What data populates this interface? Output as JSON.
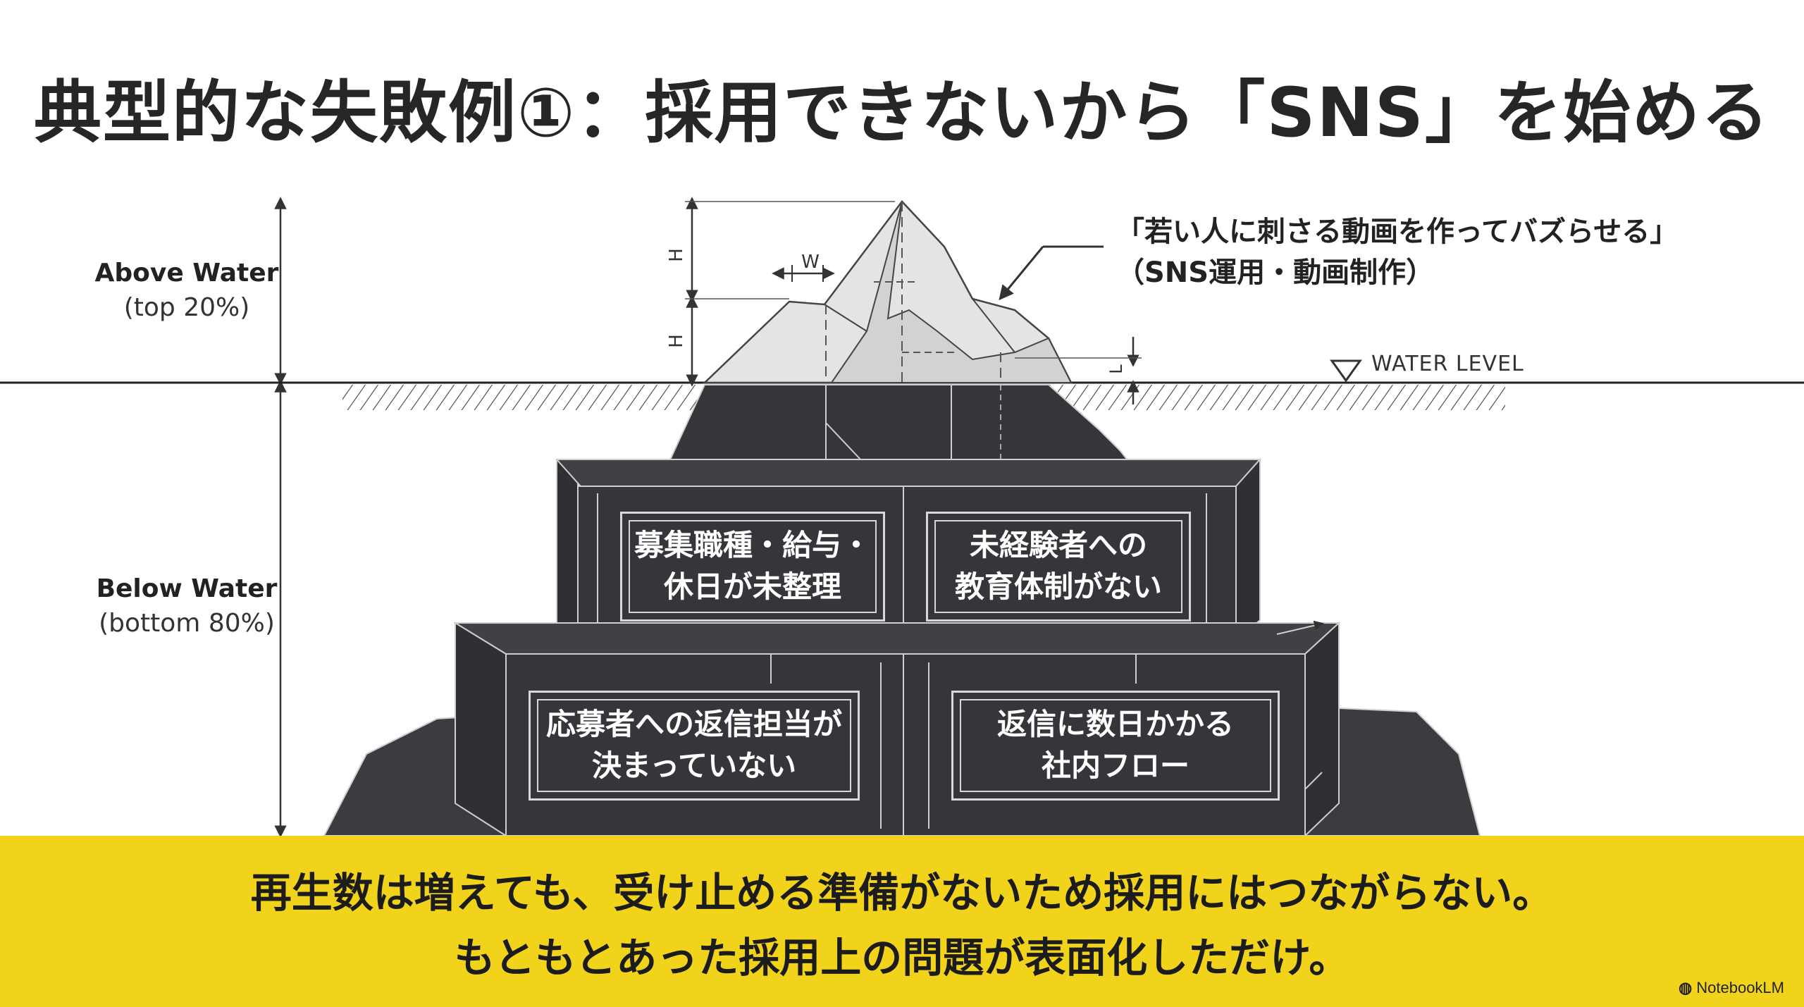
{
  "title": "典型的な失敗例①：採用できないから「SNS」を始める",
  "above_water": {
    "label": "Above Water",
    "sub": "(top 20%)"
  },
  "below_water": {
    "label": "Below Water",
    "sub": "(bottom 80%)"
  },
  "callout": {
    "line1": "「若い人に刺さる動画を作ってバズらせる」",
    "line2": "（SNS運用・動画制作）"
  },
  "water_level": "WATER LEVEL",
  "dimensions": {
    "h1": "H",
    "h2": "H",
    "w": "W",
    "l": "L"
  },
  "blocks": {
    "top_left": {
      "line1": "募集職種・給与・",
      "line2": "休日が未整理"
    },
    "top_right": {
      "line1": "未経験者への",
      "line2": "教育体制がない"
    },
    "bottom_left": {
      "line1": "応募者への返信担当が",
      "line2": "決まっていない"
    },
    "bottom_right": {
      "line1": "返信に数日かかる",
      "line2": "社内フロー"
    }
  },
  "conclusion": {
    "line1": "再生数は増えても、受け止める準備がないため採用にはつながらない。",
    "line2": "もともとあった採用上の問題が表面化しただけ。"
  },
  "branding": "NotebookLM",
  "colors": {
    "dark_block": "#34363a",
    "banner": "#f2d31b",
    "ice": "#e4e4e4"
  }
}
